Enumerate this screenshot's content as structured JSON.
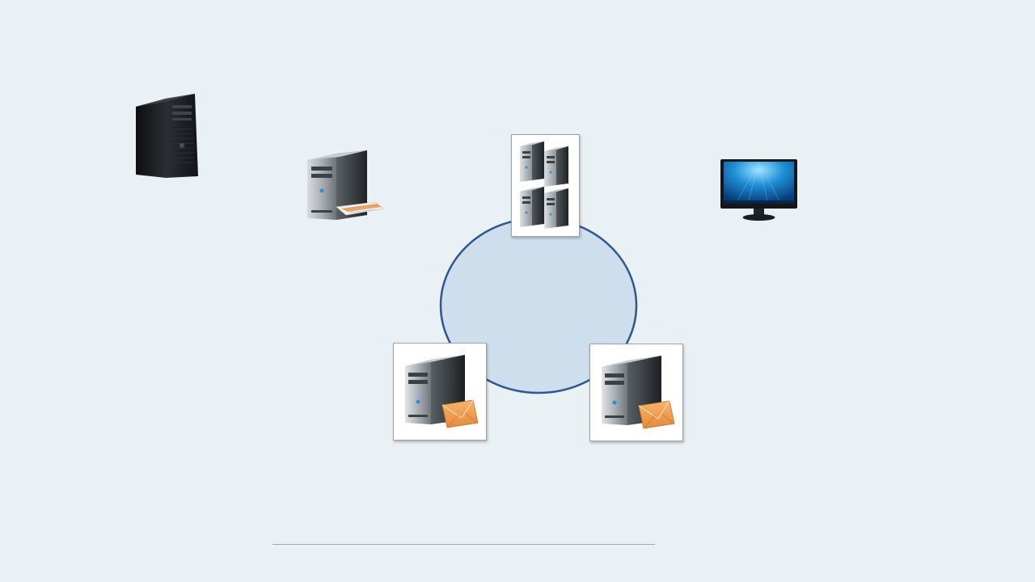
{
  "diagram": {
    "background_color": "#eaf1f5",
    "ring_fill": "#cfdeed",
    "ring_stroke": "#2d5893",
    "accent_orange": "#f0a050",
    "nodes": [
      {
        "id": "tower-server",
        "icon": "tower-server-icon"
      },
      {
        "id": "print-server",
        "icon": "print-server-icon"
      },
      {
        "id": "server-cluster",
        "icon": "server-cluster-icon"
      },
      {
        "id": "desktop-monitor",
        "icon": "monitor-icon"
      },
      {
        "id": "mail-server-left",
        "icon": "mail-server-icon"
      },
      {
        "id": "mail-server-right",
        "icon": "mail-server-icon"
      }
    ]
  }
}
